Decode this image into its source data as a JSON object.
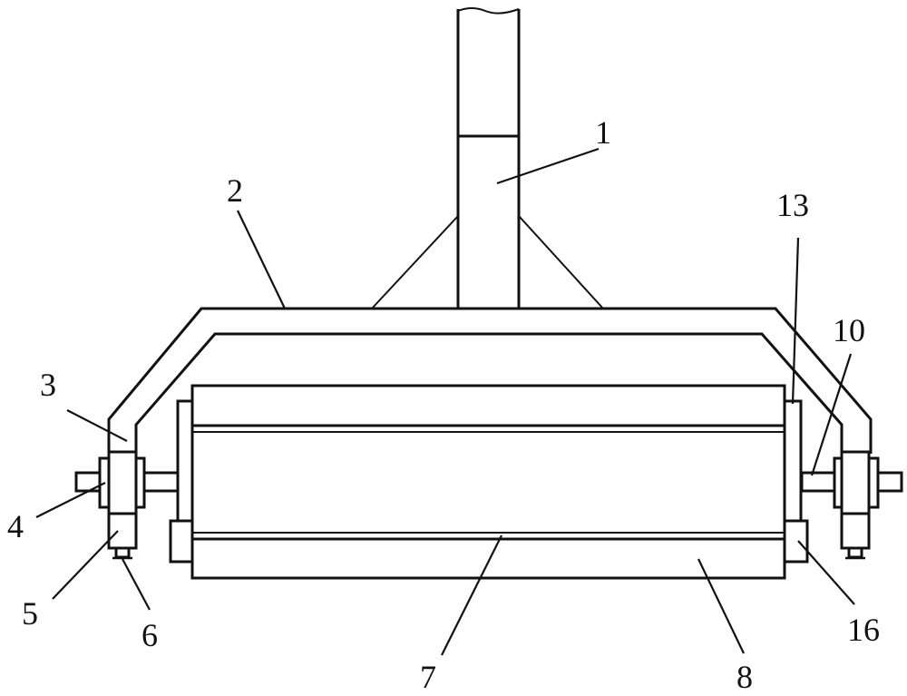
{
  "callouts": [
    {
      "id": "label-1",
      "text": "1"
    },
    {
      "id": "label-2",
      "text": "2"
    },
    {
      "id": "label-3",
      "text": "3"
    },
    {
      "id": "label-4",
      "text": "4"
    },
    {
      "id": "label-5",
      "text": "5"
    },
    {
      "id": "label-6",
      "text": "6"
    },
    {
      "id": "label-7",
      "text": "7"
    },
    {
      "id": "label-8",
      "text": "8"
    },
    {
      "id": "label-10",
      "text": "10"
    },
    {
      "id": "label-13",
      "text": "13"
    },
    {
      "id": "label-16",
      "text": "16"
    }
  ],
  "colors": {
    "line": "#111111",
    "background": "#ffffff"
  }
}
